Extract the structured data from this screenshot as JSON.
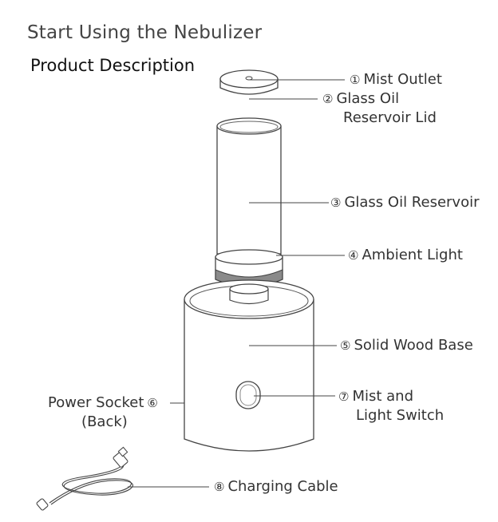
{
  "header": {
    "title": "Start Using the Nebulizer",
    "subtitle": "Product Description"
  },
  "parts": [
    {
      "num": "①",
      "label": "Mist Outlet"
    },
    {
      "num": "②",
      "label": "Glass Oil",
      "label2": "Reservoir Lid"
    },
    {
      "num": "③",
      "label": "Glass Oil Reservoir"
    },
    {
      "num": "④",
      "label": "Ambient Light"
    },
    {
      "num": "⑤",
      "label": "Solid Wood Base"
    },
    {
      "num": "⑥",
      "label": "Power Socket",
      "label2": "(Back)"
    },
    {
      "num": "⑦",
      "label": "Mist and",
      "label2": "Light Switch"
    },
    {
      "num": "⑧",
      "label": "Charging Cable"
    }
  ]
}
